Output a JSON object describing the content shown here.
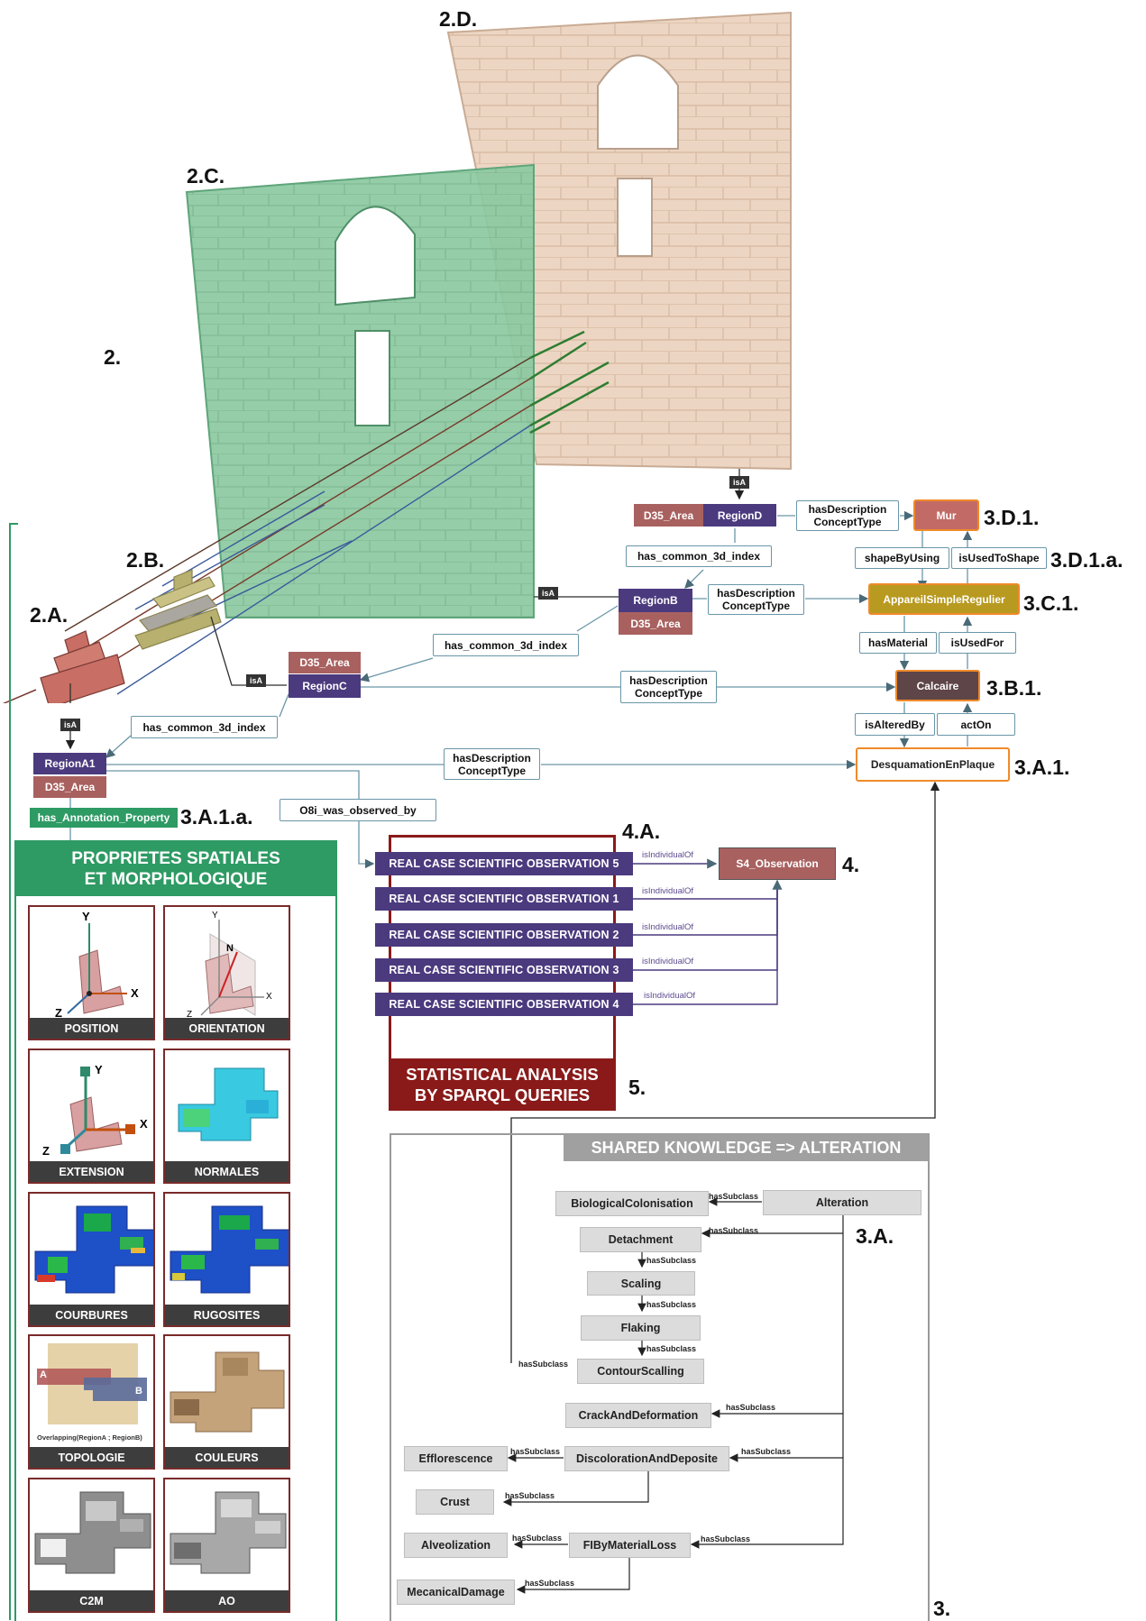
{
  "labels": {
    "l2": "2.",
    "l2A": "2.A.",
    "l2B": "2.B.",
    "l2C": "2.C.",
    "l2D": "2.D.",
    "l3D1": "3.D.1.",
    "l3D1a": "3.D.1.a.",
    "l3C1": "3.C.1.",
    "l3B1": "3.B.1.",
    "l3A1": "3.A.1.",
    "l3A1a": "3.A.1.a.",
    "l4A": "4.A.",
    "l4": "4.",
    "l5": "5.",
    "l3A": "3.A.",
    "l3": "3."
  },
  "nodes": {
    "regionD": "RegionD",
    "regionB": "RegionB",
    "regionC": "RegionC",
    "regionA1": "RegionA1",
    "d35": "D35_Area",
    "mur": "Mur",
    "appareil": "AppareilSimpleRegulier",
    "calcaire": "Calcaire",
    "desquamation": "DesquamationEnPlaque",
    "annotation": "has_Annotation_Property",
    "s4": "S4_Observation",
    "isA": "isA"
  },
  "relations": {
    "hasDescription": "hasDescription",
    "conceptType": "ConceptType",
    "common": "has_common_3d_index",
    "shapeByUsing": "shapeByUsing",
    "isUsedToShape": "isUsedToShape",
    "hasMaterial": "hasMaterial",
    "isUsedFor": "isUsedFor",
    "isAlteredBy": "isAlteredBy",
    "actOn": "actOn",
    "observed": "O8i_was_observed_by",
    "isIndividualOf": "isIndividualOf"
  },
  "observations": [
    "REAL CASE SCIENTIFIC OBSERVATION 5",
    "REAL CASE SCIENTIFIC OBSERVATION 1",
    "REAL CASE SCIENTIFIC OBSERVATION 2",
    "REAL CASE SCIENTIFIC OBSERVATION 3",
    "REAL CASE SCIENTIFIC OBSERVATION 4"
  ],
  "stats": {
    "line1": "STATISTICAL ANALYSIS",
    "line2": "BY SPARQL QUERIES"
  },
  "panel": {
    "title1": "PROPRIETES SPATIALES",
    "title2": "ET MORPHOLOGIQUE",
    "tiles": [
      "POSITION",
      "ORIENTATION",
      "EXTENSION",
      "NORMALES",
      "COURBURES",
      "RUGOSITES",
      "TOPOLOGIE",
      "COULEURS",
      "C2M",
      "AO"
    ],
    "axes": {
      "x": "X",
      "y": "Y",
      "z": "Z",
      "n": "N"
    },
    "topo_a": "A",
    "topo_b": "B",
    "overlap": "Overlapping(RegionA ; RegionB)"
  },
  "alteration": {
    "title": "SHARED KNOWLEDGE => ALTERATION",
    "hasSubclass": "hasSubclass",
    "classes": {
      "biological": "BiologicalColonisation",
      "alteration": "Alteration",
      "detachment": "Detachment",
      "scaling": "Scaling",
      "flaking": "Flaking",
      "contour": "ContourScalling",
      "crack": "CrackAndDeformation",
      "efflorescence": "Efflorescence",
      "discoloration": "DiscolorationAndDeposite",
      "crust": "Crust",
      "alveolization": "Alveolization",
      "fibymaterial": "FIByMaterialLoss",
      "mecanical": "MecanicalDamage"
    }
  },
  "colors": {
    "purple": "#4b3a7e",
    "rose": "#a8615f",
    "green": "#2e9a64",
    "orange": "#f08a2a",
    "olive": "#b89a20",
    "darkred": "#8a1a1a",
    "teal": "#6a96a8"
  }
}
